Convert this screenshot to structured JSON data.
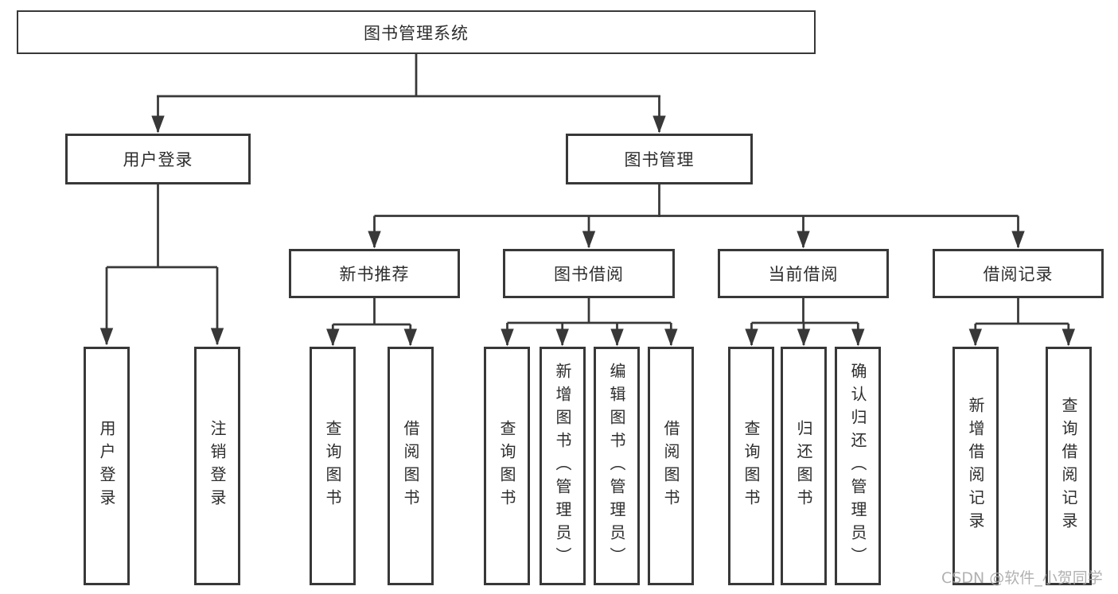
{
  "diagram": {
    "root": {
      "label": "图书管理系统"
    },
    "level2": {
      "user_login": "用户登录",
      "book_mgmt": "图书管理"
    },
    "level3": {
      "new_book": "新书推荐",
      "borrow": "图书借阅",
      "current": "当前借阅",
      "record": "借阅记录"
    },
    "leaves": {
      "login": "用户登录",
      "logout": "注销登录",
      "nb_query": "查询图书",
      "nb_borrow": "借阅图书",
      "bw_query": "查询图书",
      "bw_add": "新增图书（管理员）",
      "bw_edit": "编辑图书（管理员）",
      "bw_borrow": "借阅图书",
      "cu_query": "查询图书",
      "cu_return": "归还图书",
      "cu_confirm": "确认归还（管理员）",
      "rc_add": "新增借阅记录",
      "rc_query": "查询借阅记录"
    },
    "watermark": "CSDN @软件_小贺同学"
  }
}
